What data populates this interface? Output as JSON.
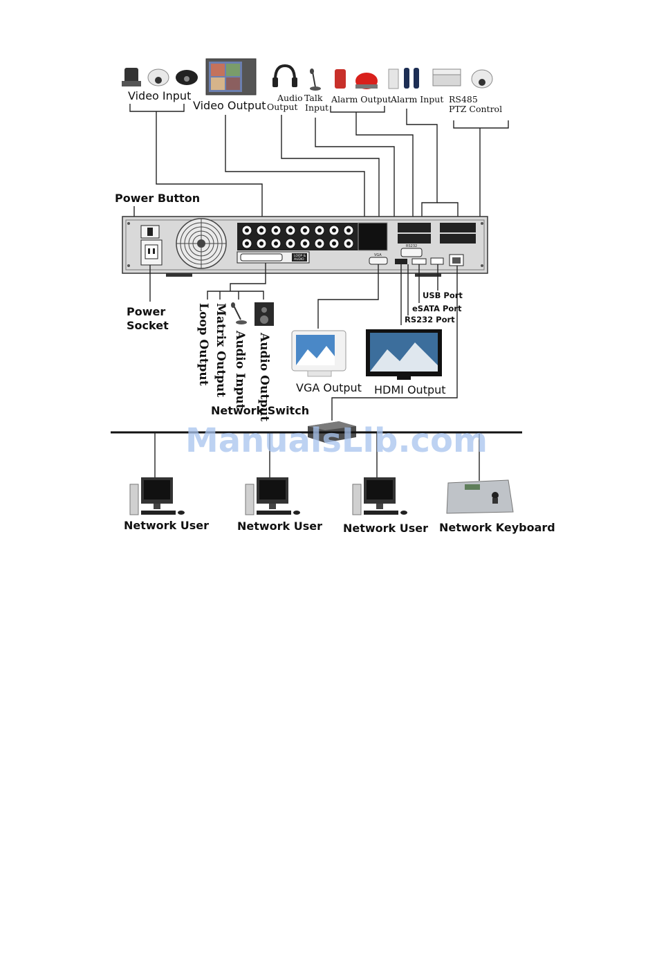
{
  "labels": {
    "video_input": "Video Input",
    "video_output": "Video Output",
    "audio_output_top_1": "Audio",
    "audio_output_top_2": "Output",
    "talk_input_1": "Talk",
    "talk_input_2": "Input",
    "alarm_output": "Alarm Output",
    "alarm_input": "Alarm Input",
    "rs485_1": "RS485",
    "rs485_2": "PTZ Control",
    "power_button": "Power Button",
    "power_socket_1": "Power",
    "power_socket_2": "Socket",
    "loop_output": "Loop Output",
    "matrix_output": "Matrix Output",
    "audio_input": "Audio Input",
    "audio_output_side": "Audio Output",
    "usb_port": "USB Port",
    "esata_port": "eSATA Port",
    "rs232_port": "RS232 Port",
    "vga_output": "VGA Output",
    "hdmi_output": "HDMI Output",
    "network_switch": "Network Switch",
    "network_user_1": "Network User",
    "network_user_2": "Network User",
    "network_user_3": "Network User",
    "network_keyboard": "Network Keyboard",
    "panel_loop_1": "LOOP &",
    "panel_loop_2": "AUDIO",
    "panel_vga": "VGA",
    "panel_rs232": "RS232"
  },
  "watermark": "ManualsLib.com",
  "colors": {
    "line": "#222222",
    "panel": "#d9d9d9",
    "watermark": "#a8c4ee"
  }
}
